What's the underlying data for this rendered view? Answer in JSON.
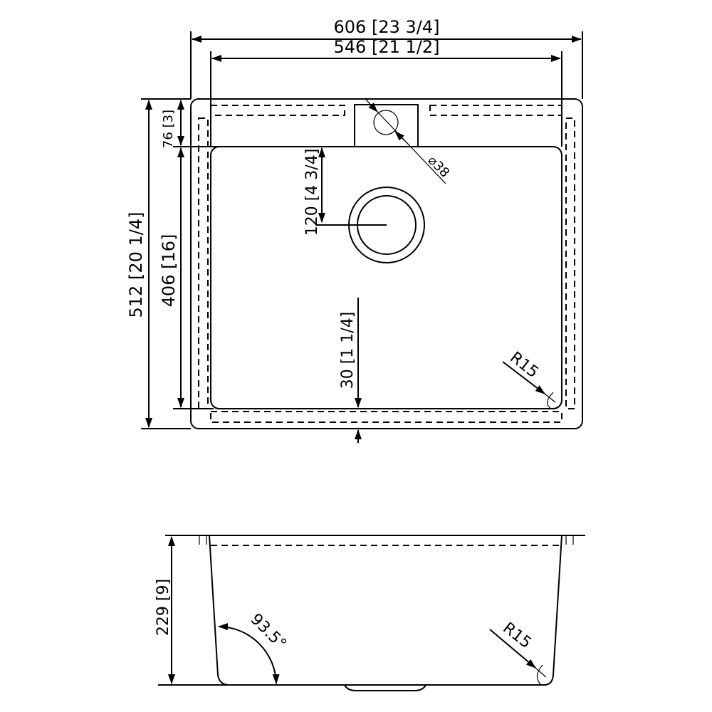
{
  "top_view": {
    "overall_width": "606  [23  3/4]",
    "bowl_width": "546  [21  1/2]",
    "overall_depth": "512 [20  1/4]",
    "bowl_depth": "406  [16]",
    "deck_depth": "76 [3]",
    "drain_offset": "120  [4  3/4]",
    "bottom_margin": "30  [1  1/4]",
    "faucet_hole": "⌀38",
    "corner_radius": "R15"
  },
  "side_view": {
    "bowl_height": "229  [9]",
    "wall_angle": "93.5°",
    "corner_radius": "R15"
  }
}
